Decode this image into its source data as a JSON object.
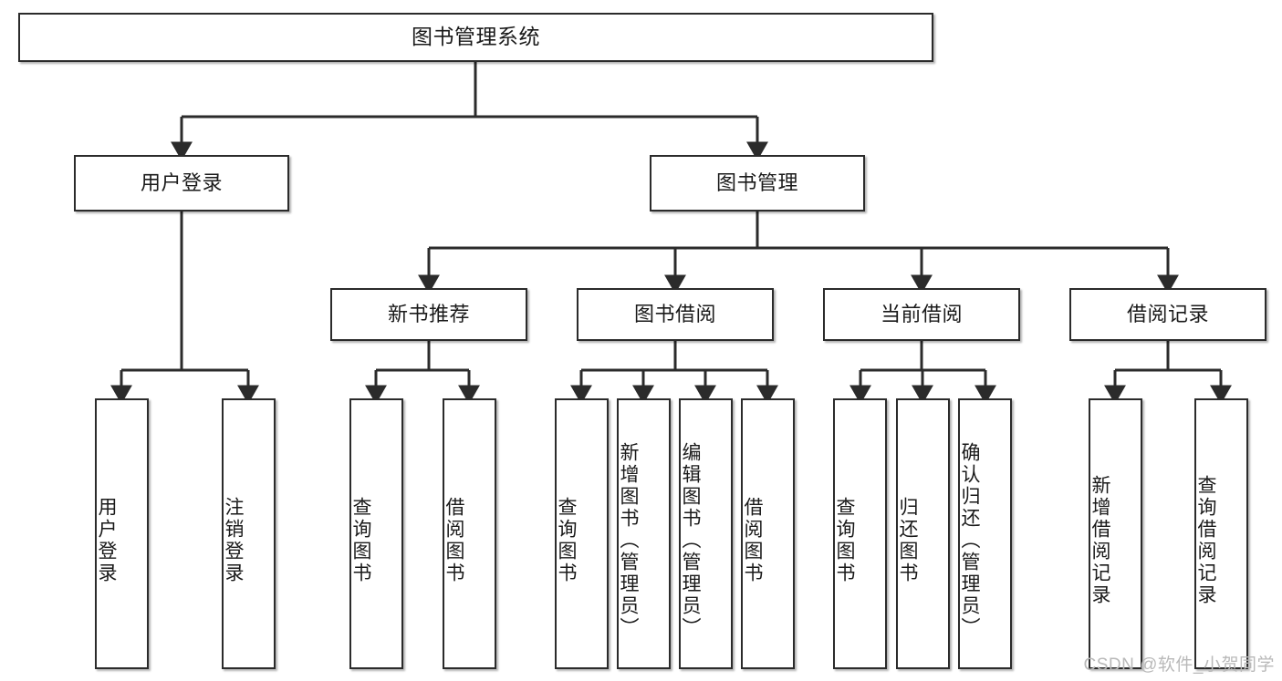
{
  "diagram": {
    "title": "图书管理系统",
    "type": "tree-hierarchy",
    "style": {
      "box_fill": "#ffffff",
      "box_stroke": "#2b2b2b",
      "text_color": "#1a1a1a",
      "edge_color": "#2b2b2b",
      "background": "#ffffff",
      "watermark_color": "#b9b9b9"
    },
    "watermark": "CSDN @软件_小贺同学",
    "levels": {
      "level1": [
        {
          "id": "root",
          "label": "图书管理系统"
        }
      ],
      "level2": [
        {
          "id": "user-login",
          "label": "用户登录",
          "parent": "root"
        },
        {
          "id": "book-manage",
          "label": "图书管理",
          "parent": "root"
        }
      ],
      "level3": [
        {
          "id": "new-book-rec",
          "label": "新书推荐",
          "parent": "book-manage"
        },
        {
          "id": "book-borrow",
          "label": "图书借阅",
          "parent": "book-manage"
        },
        {
          "id": "current-borrow",
          "label": "当前借阅",
          "parent": "book-manage"
        },
        {
          "id": "borrow-record",
          "label": "借阅记录",
          "parent": "book-manage"
        }
      ],
      "leaves": [
        {
          "id": "leaf-user-login",
          "label": "用户登录",
          "parent": "user-login"
        },
        {
          "id": "leaf-user-logout",
          "label": "注销登录",
          "parent": "user-login"
        },
        {
          "id": "leaf-rec-query",
          "label": "查询图书",
          "parent": "new-book-rec"
        },
        {
          "id": "leaf-rec-borrow",
          "label": "借阅图书",
          "parent": "new-book-rec"
        },
        {
          "id": "leaf-borrow-query",
          "label": "查询图书",
          "parent": "book-borrow"
        },
        {
          "id": "leaf-borrow-add",
          "label": "新增图书（管理员）",
          "parent": "book-borrow"
        },
        {
          "id": "leaf-borrow-edit",
          "label": "编辑图书（管理员）",
          "parent": "book-borrow"
        },
        {
          "id": "leaf-borrow-lend",
          "label": "借阅图书",
          "parent": "book-borrow"
        },
        {
          "id": "leaf-cur-query",
          "label": "查询图书",
          "parent": "current-borrow"
        },
        {
          "id": "leaf-cur-return",
          "label": "归还图书",
          "parent": "current-borrow"
        },
        {
          "id": "leaf-cur-confirm",
          "label": "确认归还（管理员）",
          "parent": "current-borrow"
        },
        {
          "id": "leaf-rec-add",
          "label": "新增借阅记录",
          "parent": "borrow-record"
        },
        {
          "id": "leaf-rec-query2",
          "label": "查询借阅记录",
          "parent": "borrow-record"
        }
      ]
    }
  }
}
